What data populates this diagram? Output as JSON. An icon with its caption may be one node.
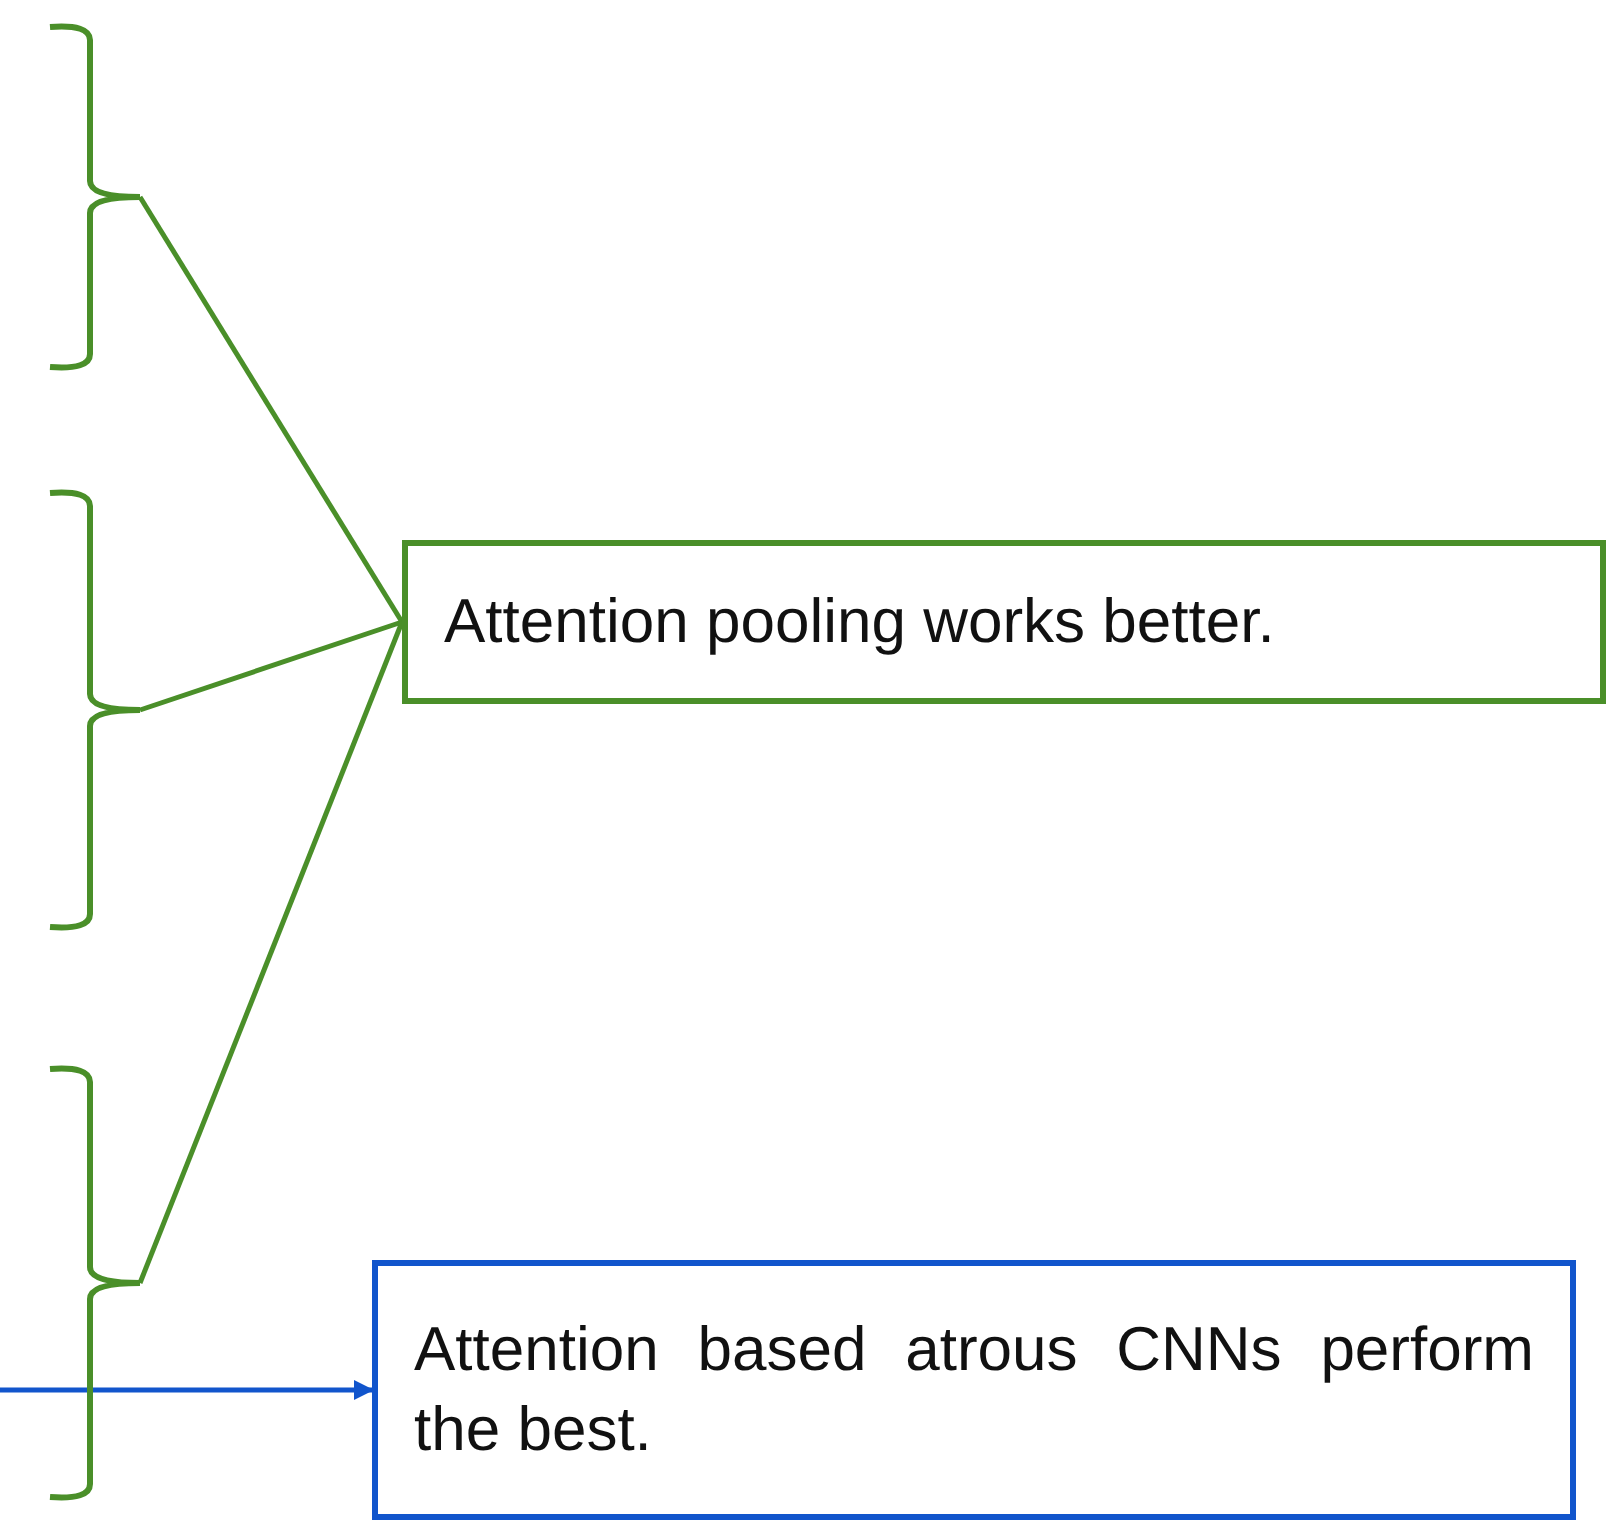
{
  "diagram": {
    "nodes": [
      {
        "text": [],
        "shape": "brace"
      },
      {
        "text": [],
        "shape": "brace"
      },
      {
        "text": [],
        "shape": "brace"
      },
      {
        "text": [
          "Attention pooling works better."
        ]
      },
      {
        "text": [
          "Attention based atrous CNNs perform the best."
        ]
      }
    ],
    "edges": [
      {
        "from": 0,
        "to": 3,
        "arrow": "none"
      },
      {
        "from": 1,
        "to": 3,
        "arrow": "none"
      },
      {
        "from": 2,
        "to": 3,
        "arrow": "none"
      },
      {
        "from": null,
        "to": 4,
        "arrow": "to",
        "color": "#1155cc"
      }
    ]
  }
}
